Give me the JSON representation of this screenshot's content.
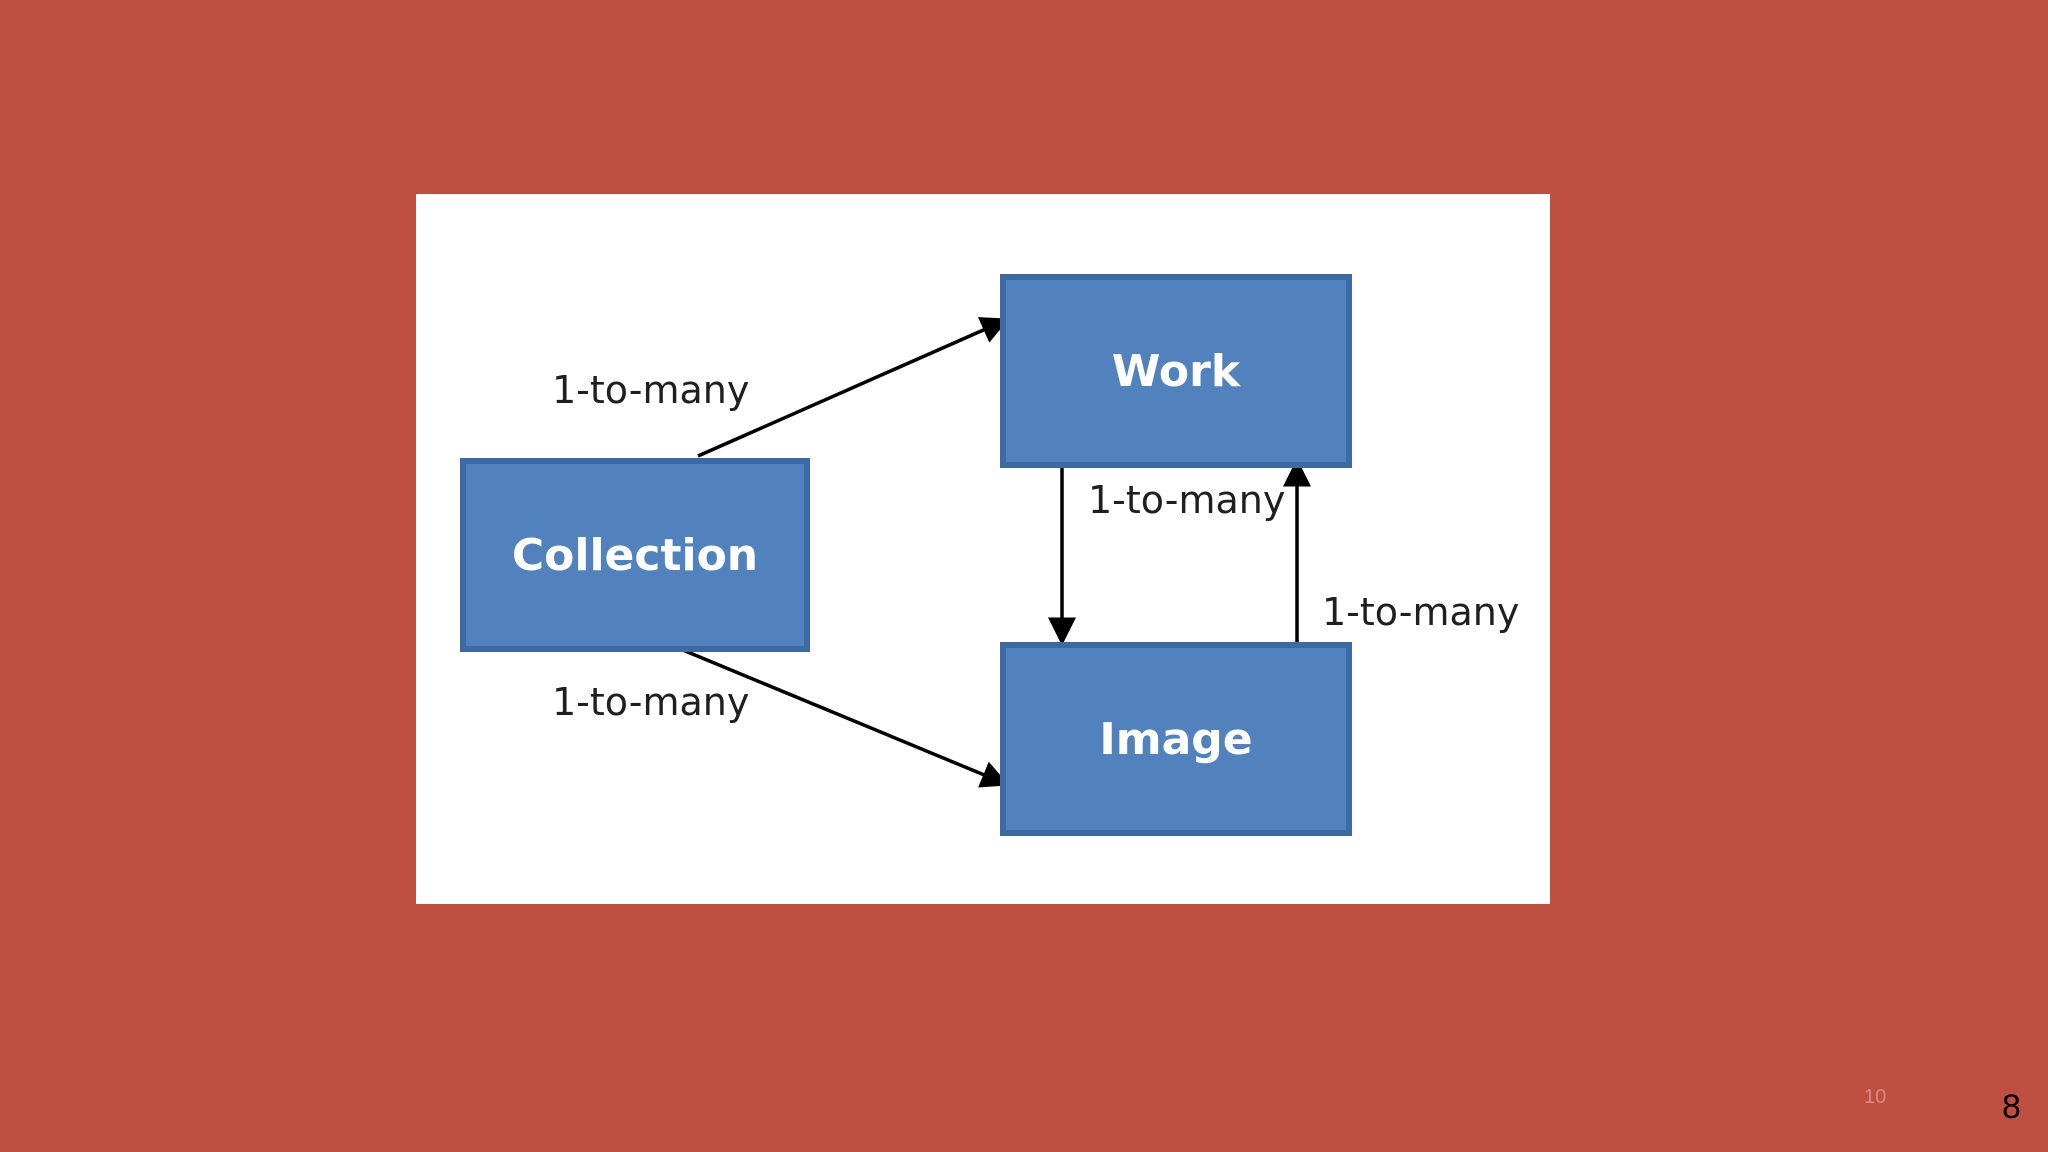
{
  "diagram": {
    "nodes": {
      "collection": "Collection",
      "work": "Work",
      "image": "Image"
    },
    "edges": {
      "collection_to_work": "1-to-many",
      "collection_to_image": "1-to-many",
      "work_to_image": "1-to-many",
      "image_to_work": "1-to-many"
    },
    "colors": {
      "slide_background": "#bf5041",
      "box_fill": "#5182bd",
      "box_border": "#3d6aa3",
      "arrow": "#000000"
    }
  },
  "footer": {
    "slide_number": "10",
    "page_number": "8"
  }
}
